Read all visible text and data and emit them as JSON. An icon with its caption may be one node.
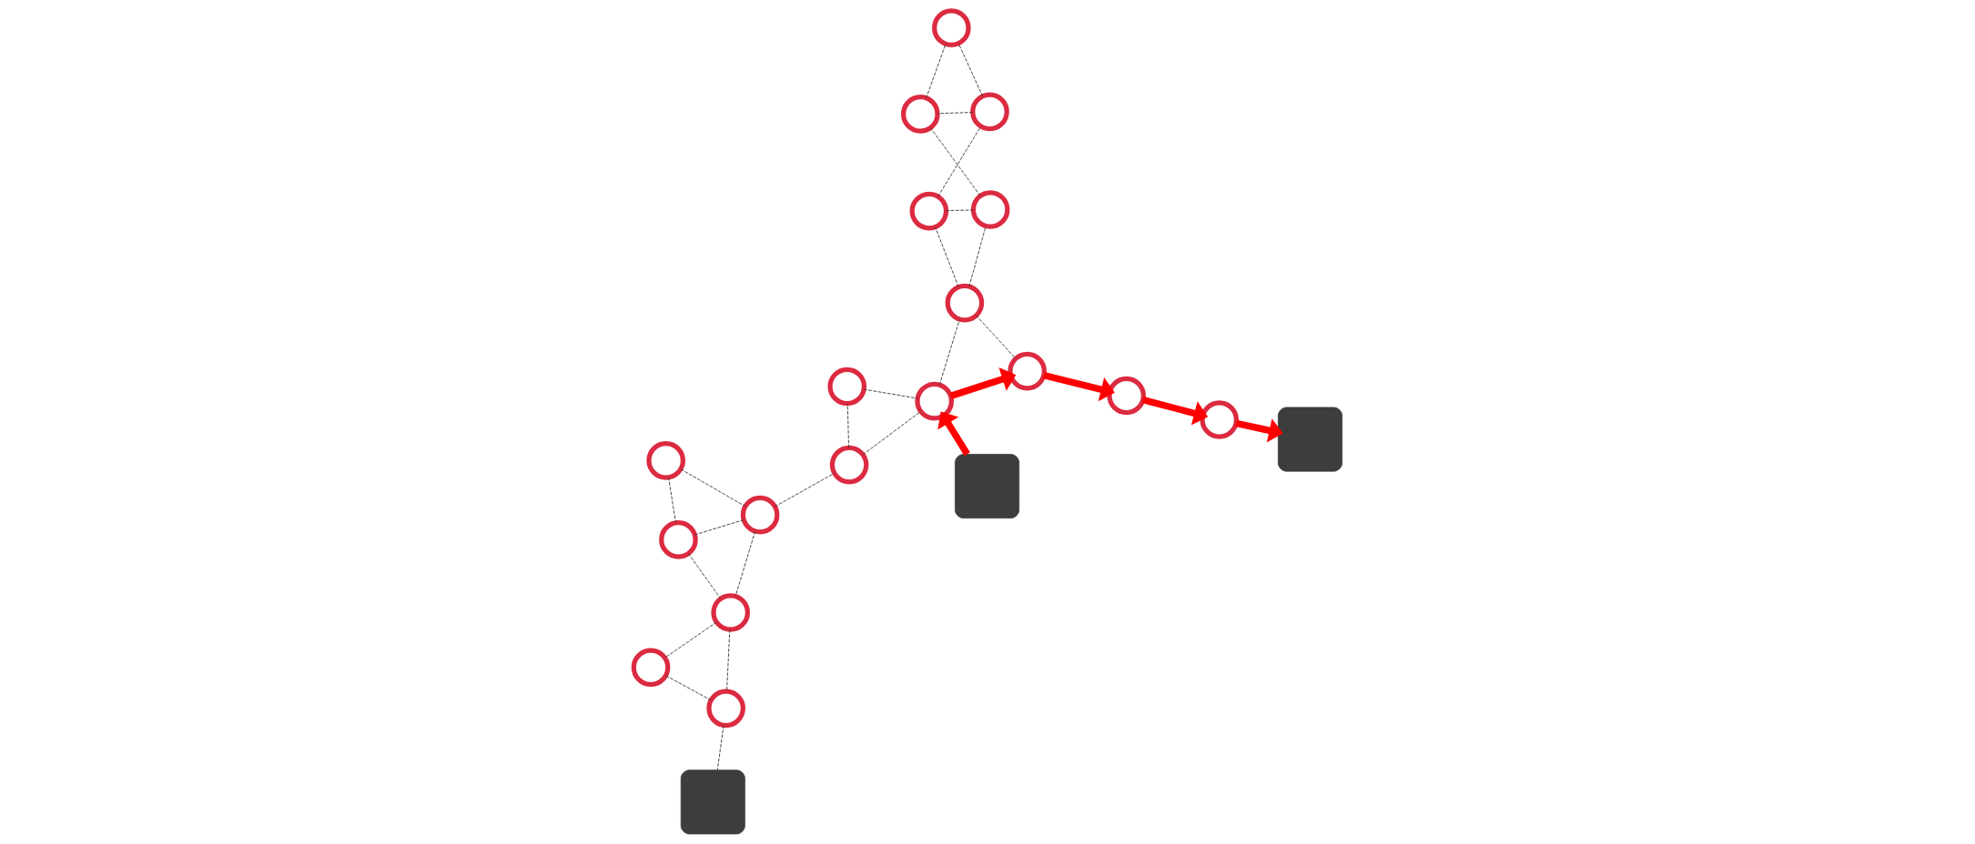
{
  "diagram": {
    "nodes": [
      {
        "text": [],
        "shape": "computer"
      },
      {
        "text": [],
        "shape": "circle"
      },
      {
        "text": [],
        "shape": "circle"
      },
      {
        "text": [],
        "shape": "circle"
      },
      {
        "text": [],
        "shape": "circle"
      },
      {
        "text": [],
        "shape": "circle"
      },
      {
        "text": [],
        "shape": "circle"
      },
      {
        "text": [],
        "shape": "circle"
      },
      {
        "text": [],
        "shape": "circle"
      },
      {
        "text": [],
        "shape": "circle"
      },
      {
        "text": [],
        "shape": "computer"
      },
      {
        "text": [],
        "shape": "circle"
      },
      {
        "text": [],
        "shape": "circle"
      },
      {
        "text": [],
        "shape": "circle"
      },
      {
        "text": [],
        "shape": "circle"
      },
      {
        "text": [],
        "shape": "circle"
      },
      {
        "text": [],
        "shape": "circle"
      },
      {
        "text": [],
        "shape": "circle"
      },
      {
        "text": [],
        "shape": "circle"
      },
      {
        "text": [],
        "shape": "circle"
      },
      {
        "text": [],
        "shape": "computer"
      }
    ],
    "edges": [
      {
        "from": 3,
        "to": 1,
        "arrow": "none",
        "style": "dashed"
      },
      {
        "from": 3,
        "to": 5,
        "arrow": "none",
        "style": "dashed"
      },
      {
        "from": 1,
        "to": 5,
        "arrow": "none",
        "style": "dashed"
      },
      {
        "from": 1,
        "to": 4,
        "arrow": "none",
        "style": "dashed"
      },
      {
        "from": 5,
        "to": 4,
        "arrow": "none",
        "style": "dashed"
      },
      {
        "from": 5,
        "to": 7,
        "arrow": "none",
        "style": "dashed"
      },
      {
        "from": 4,
        "to": 2,
        "arrow": "none",
        "style": "dashed"
      },
      {
        "from": 4,
        "to": 6,
        "arrow": "none",
        "style": "dashed"
      },
      {
        "from": 2,
        "to": 6,
        "arrow": "none",
        "style": "dashed"
      },
      {
        "from": 2,
        "to": 0,
        "arrow": "none",
        "style": "dashed"
      },
      {
        "from": 7,
        "to": 9,
        "arrow": "none",
        "style": "dashed"
      },
      {
        "from": 7,
        "to": 8,
        "arrow": "none",
        "style": "dashed"
      },
      {
        "from": 8,
        "to": 9,
        "arrow": "none",
        "style": "dashed"
      },
      {
        "from": 9,
        "to": 13,
        "arrow": "none",
        "style": "dashed"
      },
      {
        "from": 13,
        "to": 11,
        "arrow": "none",
        "style": "dashed"
      },
      {
        "from": 13,
        "to": 14,
        "arrow": "none",
        "style": "dashed"
      },
      {
        "from": 13,
        "to": 15,
        "arrow": "none",
        "style": "dashed"
      },
      {
        "from": 14,
        "to": 15,
        "arrow": "none",
        "style": "dashed"
      },
      {
        "from": 14,
        "to": 18,
        "arrow": "none",
        "style": "dashed"
      },
      {
        "from": 15,
        "to": 17,
        "arrow": "none",
        "style": "dashed"
      },
      {
        "from": 17,
        "to": 18,
        "arrow": "none",
        "style": "dashed"
      },
      {
        "from": 17,
        "to": 19,
        "arrow": "none",
        "style": "dashed"
      },
      {
        "from": 18,
        "to": 19,
        "arrow": "none",
        "style": "dashed"
      },
      {
        "from": 10,
        "to": 9,
        "arrow": "to",
        "style": "thick",
        "color": "#ff0000"
      },
      {
        "from": 9,
        "to": 11,
        "arrow": "to",
        "style": "thick",
        "color": "#ff0000"
      },
      {
        "from": 11,
        "to": 12,
        "arrow": "to",
        "style": "thick",
        "color": "#ff0000"
      },
      {
        "from": 12,
        "to": 16,
        "arrow": "to",
        "style": "thick",
        "color": "#ff0000"
      },
      {
        "from": 16,
        "to": 20,
        "arrow": "to",
        "style": "thick",
        "color": "#ff0000"
      }
    ]
  }
}
